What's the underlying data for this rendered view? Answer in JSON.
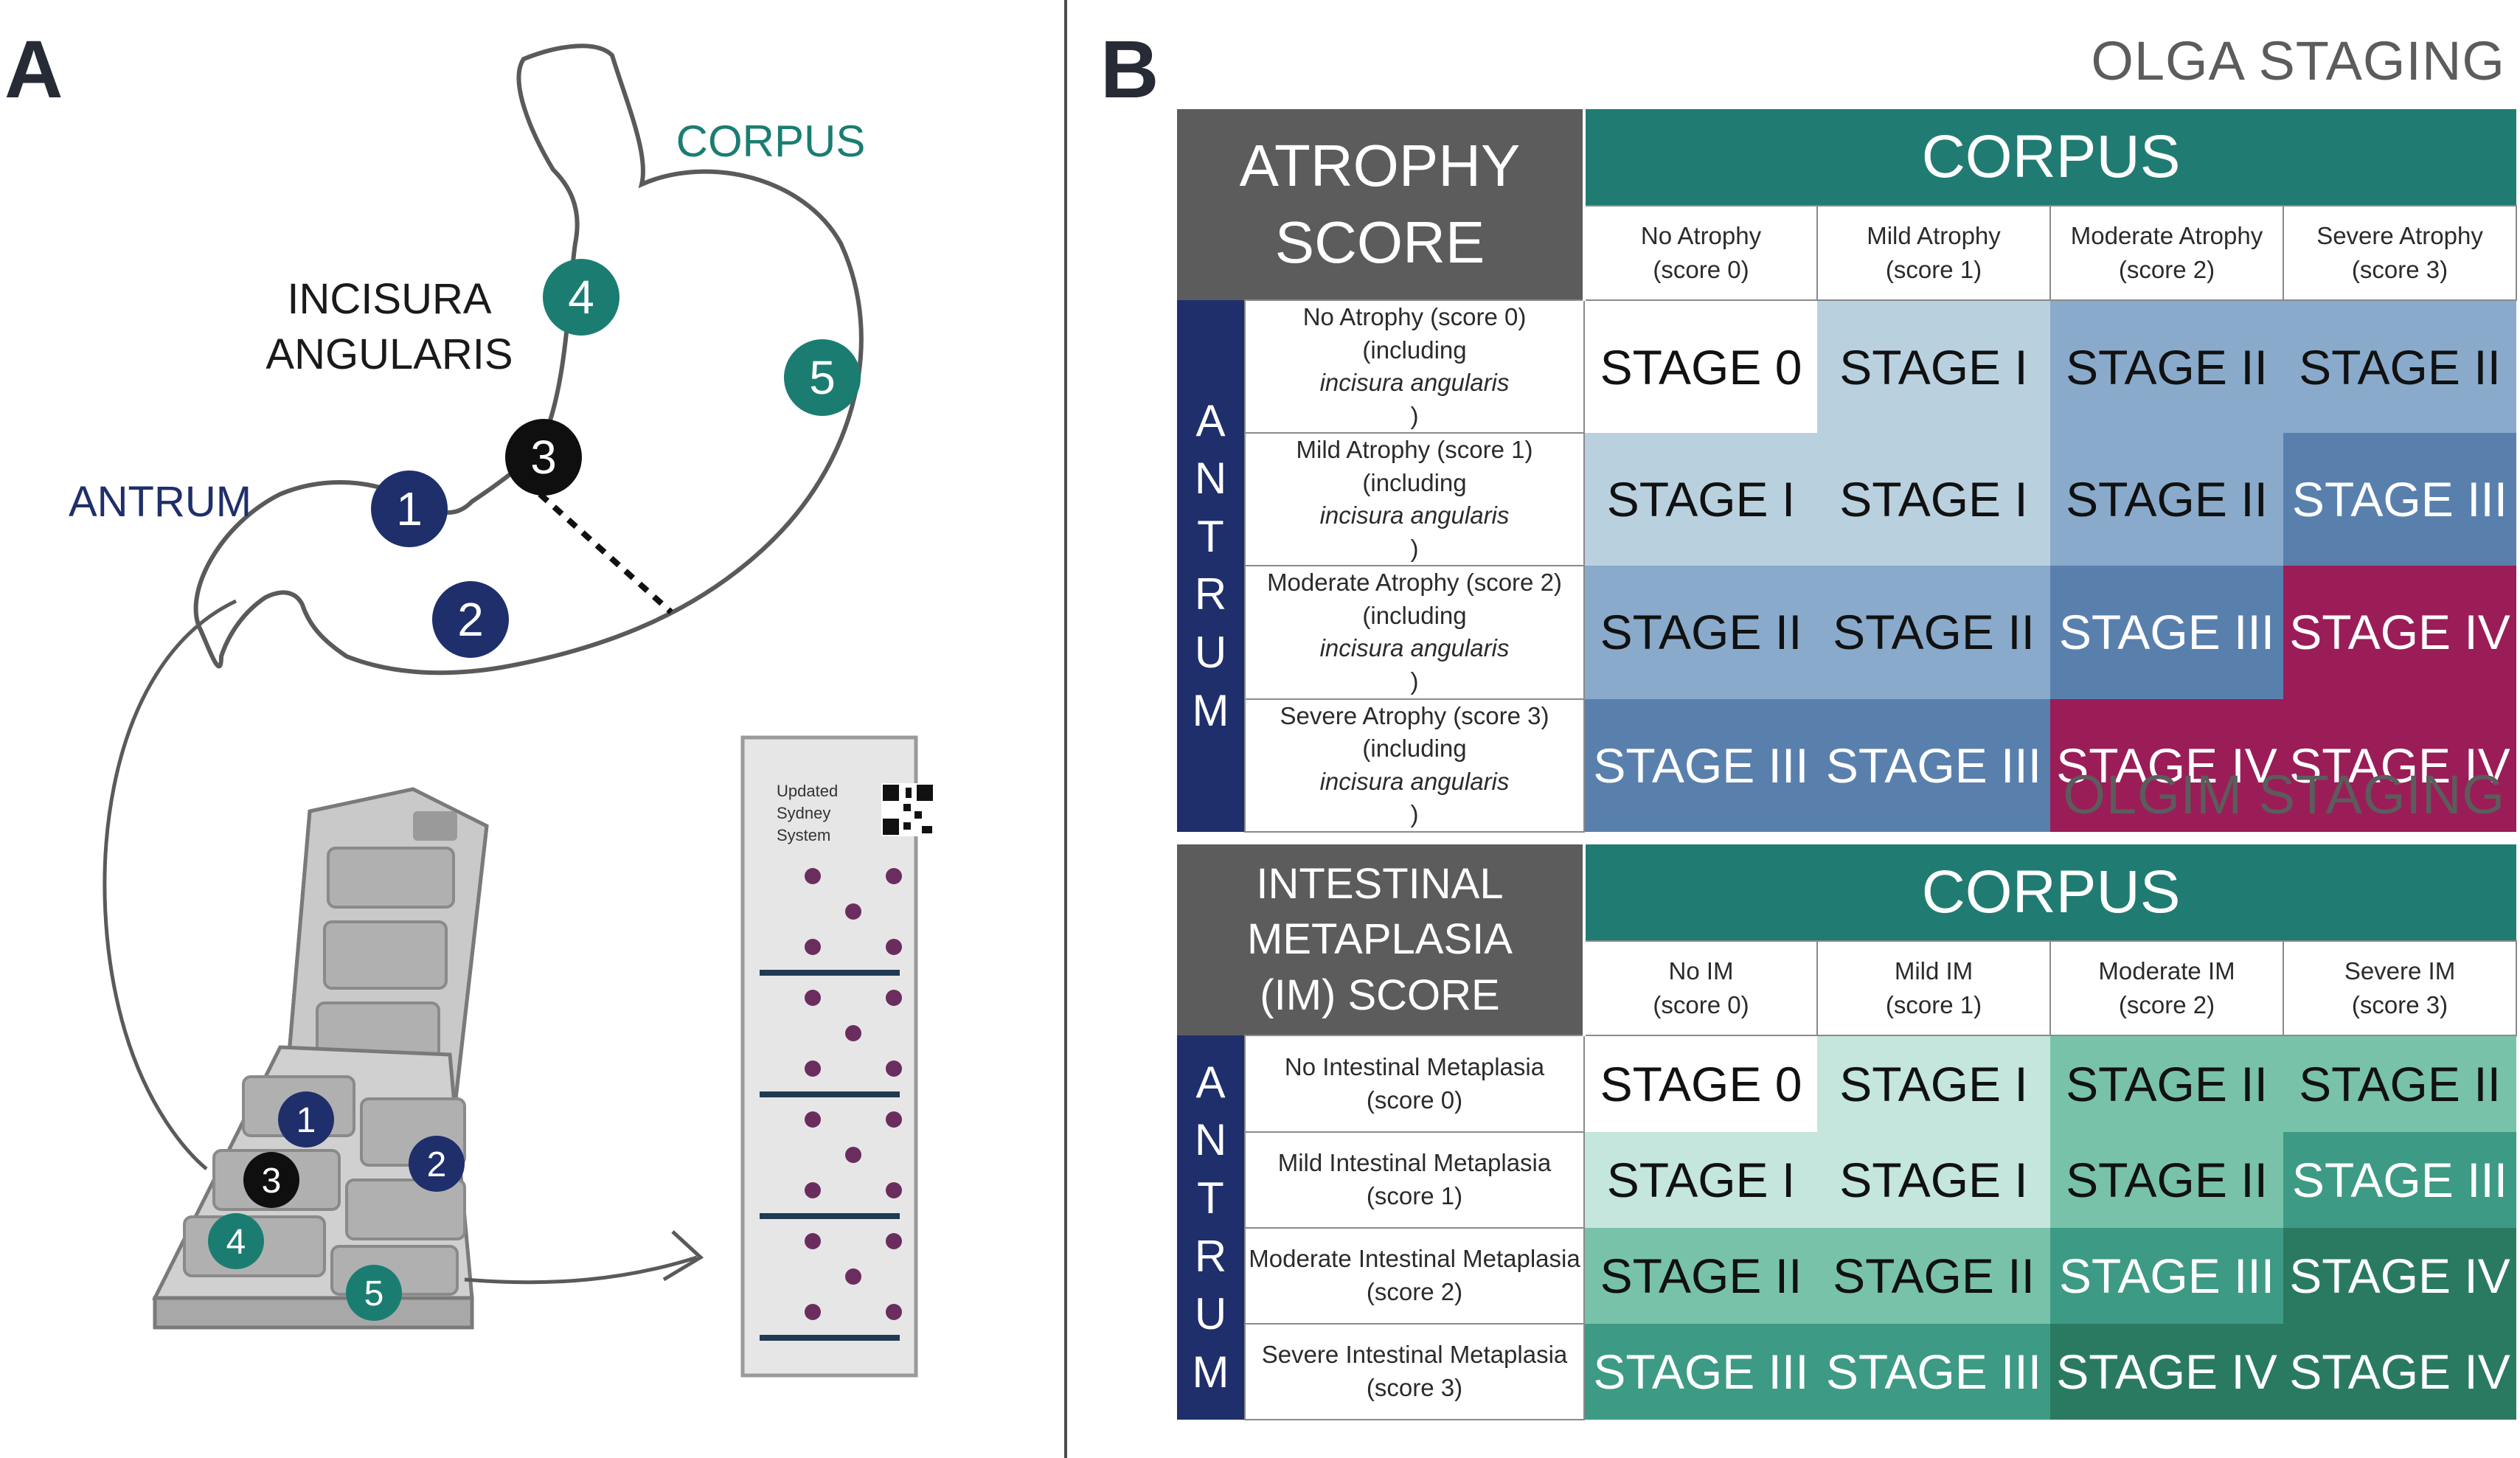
{
  "panels": {
    "a": "A",
    "b": "B"
  },
  "panel_a": {
    "labels": {
      "corpus": "CORPUS",
      "incisura_line1": "INCISURA",
      "incisura_line2": "ANGULARIS",
      "antrum": "ANTRUM"
    },
    "biopsy_sites": [
      "1",
      "2",
      "3",
      "4",
      "5"
    ],
    "slide": {
      "text_line1": "Updated",
      "text_line2": "Sydney",
      "text_line3": "System",
      "qr": "qr-code-icon"
    },
    "colors": {
      "antrum_site": "#1f2f6b",
      "incisura_site": "#0f0f0f",
      "corpus_site": "#1b7d72",
      "dot": "#6b2d5e",
      "slide_line": "#1f3a52"
    }
  },
  "olga": {
    "title": "OLGA STAGING",
    "score_header": [
      "ATROPHY",
      "SCORE"
    ],
    "corpus_header": "CORPUS",
    "corpus_cols": [
      {
        "line1": "No Atrophy",
        "line2": "(score 0)"
      },
      {
        "line1": "Mild Atrophy",
        "line2": "(score 1)"
      },
      {
        "line1": "Moderate Atrophy",
        "line2": "(score 2)"
      },
      {
        "line1": "Severe Atrophy",
        "line2": "(score 3)"
      }
    ],
    "antrum_letters": [
      "A",
      "N",
      "T",
      "R",
      "U",
      "M"
    ],
    "rows": [
      {
        "line1": "No Atrophy (score 0)",
        "line2_pre": "(including ",
        "line2_em": "incisura angularis",
        "line2_post": ")",
        "cells": [
          "STAGE 0",
          "STAGE I",
          "STAGE II",
          "STAGE II"
        ]
      },
      {
        "line1": "Mild Atrophy (score 1)",
        "line2_pre": "(including ",
        "line2_em": "incisura angularis",
        "line2_post": ")",
        "cells": [
          "STAGE I",
          "STAGE I",
          "STAGE II",
          "STAGE III"
        ]
      },
      {
        "line1": "Moderate Atrophy (score 2)",
        "line2_pre": "(including ",
        "line2_em": "incisura angularis",
        "line2_post": ")",
        "cells": [
          "STAGE II",
          "STAGE II",
          "STAGE III",
          "STAGE IV"
        ]
      },
      {
        "line1": "Severe Atrophy (score 3)",
        "line2_pre": "(including ",
        "line2_em": "incisura angularis",
        "line2_post": ")",
        "cells": [
          "STAGE III",
          "STAGE III",
          "STAGE IV",
          "STAGE IV"
        ]
      }
    ],
    "stage_colors": {
      "STAGE 0": {
        "bg": "#ffffff",
        "fg": "#111111"
      },
      "STAGE I": {
        "bg": "#b9d0df",
        "fg": "#111111"
      },
      "STAGE II": {
        "bg": "#89aacb",
        "fg": "#111111"
      },
      "STAGE III": {
        "bg": "#5980ad",
        "fg": "#ffffff"
      },
      "STAGE IV": {
        "bg": "#9a1d58",
        "fg": "#ffffff"
      }
    }
  },
  "olgim": {
    "title": "OLGIM STAGING",
    "score_header": [
      "INTESTINAL",
      "METAPLASIA",
      "(IM) SCORE"
    ],
    "corpus_header": "CORPUS",
    "corpus_cols": [
      {
        "line1": "No IM",
        "line2": "(score 0)"
      },
      {
        "line1": "Mild IM",
        "line2": "(score 1)"
      },
      {
        "line1": "Moderate IM",
        "line2": "(score 2)"
      },
      {
        "line1": "Severe IM",
        "line2": "(score 3)"
      }
    ],
    "antrum_letters": [
      "A",
      "N",
      "T",
      "R",
      "U",
      "M"
    ],
    "rows": [
      {
        "line1": "No Intestinal Metaplasia",
        "line2": "(score 0)",
        "cells": [
          "STAGE 0",
          "STAGE I",
          "STAGE II",
          "STAGE II"
        ]
      },
      {
        "line1": "Mild Intestinal Metaplasia",
        "line2": "(score 1)",
        "cells": [
          "STAGE I",
          "STAGE I",
          "STAGE II",
          "STAGE III"
        ]
      },
      {
        "line1": "Moderate Intestinal Metaplasia",
        "line2": "(score 2)",
        "cells": [
          "STAGE II",
          "STAGE II",
          "STAGE III",
          "STAGE IV"
        ]
      },
      {
        "line1": "Severe Intestinal Metaplasia",
        "line2": "(score 3)",
        "cells": [
          "STAGE III",
          "STAGE III",
          "STAGE IV",
          "STAGE IV"
        ]
      }
    ],
    "stage_colors": {
      "STAGE 0": {
        "bg": "#ffffff",
        "fg": "#111111"
      },
      "STAGE I": {
        "bg": "#c4e6dc",
        "fg": "#111111"
      },
      "STAGE II": {
        "bg": "#78c2a9",
        "fg": "#111111"
      },
      "STAGE III": {
        "bg": "#3d9a84",
        "fg": "#ffffff"
      },
      "STAGE IV": {
        "bg": "#2a7a62",
        "fg": "#ffffff"
      }
    }
  }
}
